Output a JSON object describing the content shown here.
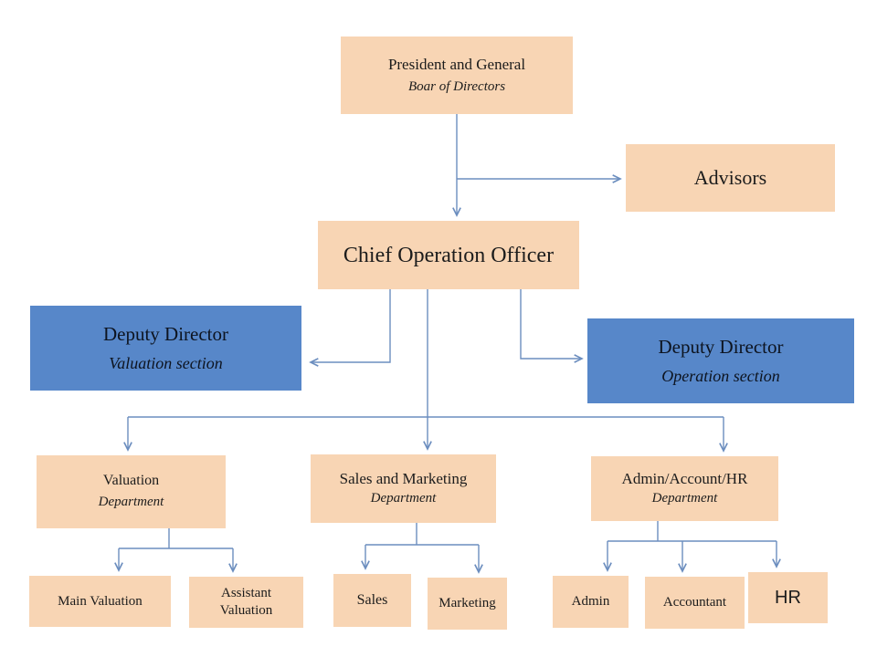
{
  "colors": {
    "peach": "#F8D5B4",
    "blue": "#5787C9",
    "line": "#6C8EBF"
  },
  "nodes": {
    "president": {
      "line1": "President and General",
      "line2": "Boar of Directors"
    },
    "advisors": {
      "label": "Advisors"
    },
    "coo": {
      "label": "Chief Operation Officer"
    },
    "deputy_valuation": {
      "line1": "Deputy Director",
      "line2": "Valuation section"
    },
    "deputy_operation": {
      "line1": "Deputy Director",
      "line2": "Operation section"
    },
    "valuation_dept": {
      "line1": "Valuation",
      "line2": "Department"
    },
    "sales_dept": {
      "line1": "Sales and Marketing",
      "line2": "Department"
    },
    "admin_dept": {
      "line1": "Admin/Account/HR",
      "line2": "Department"
    },
    "main_valuation": {
      "label": "Main Valuation"
    },
    "assistant_valuation": {
      "label": "Assistant Valuation"
    },
    "sales": {
      "label": "Sales"
    },
    "marketing": {
      "label": "Marketing"
    },
    "admin": {
      "label": "Admin"
    },
    "accountant": {
      "label": "Accountant"
    },
    "hr": {
      "label": "HR"
    }
  }
}
